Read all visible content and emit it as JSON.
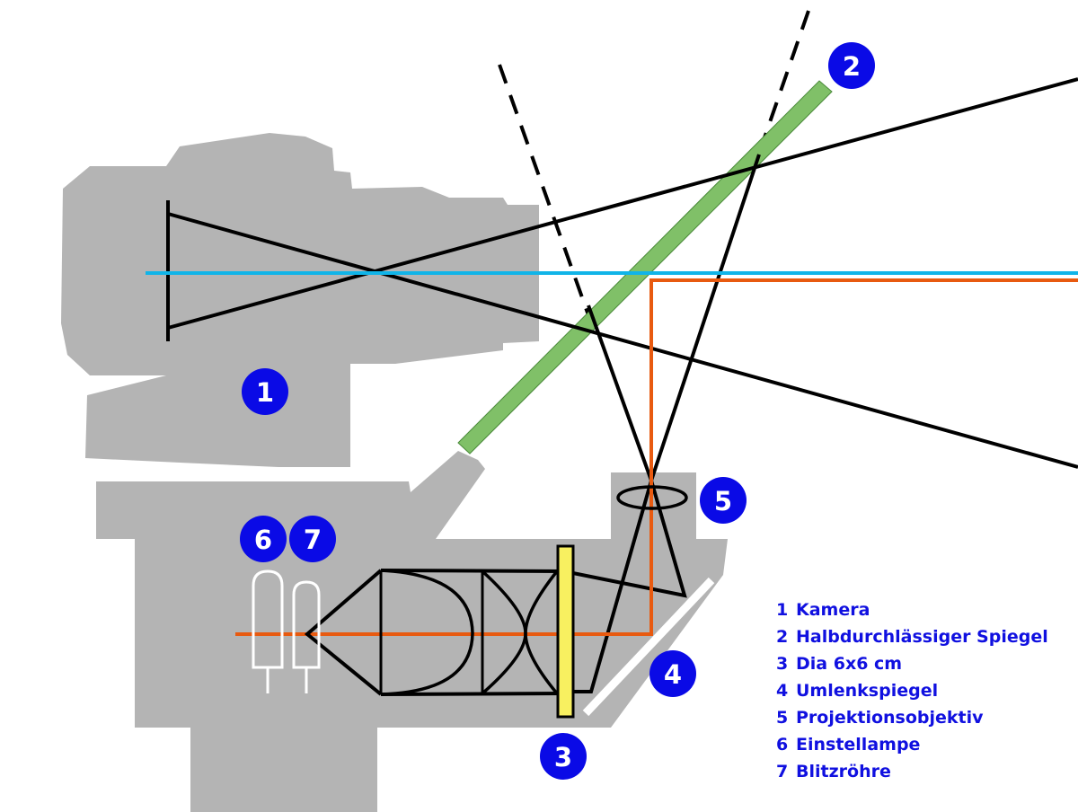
{
  "title": "Schematic of a front projection (Aufprojektion) setup",
  "badges": [
    {
      "id": "1",
      "label": "1"
    },
    {
      "id": "2",
      "label": "2"
    },
    {
      "id": "3",
      "label": "3"
    },
    {
      "id": "4",
      "label": "4"
    },
    {
      "id": "5",
      "label": "5"
    },
    {
      "id": "6",
      "label": "6"
    },
    {
      "id": "7",
      "label": "7"
    }
  ],
  "legend": [
    {
      "num": "1",
      "text": "Kamera"
    },
    {
      "num": "2",
      "text": "Halbdurchlässiger Spiegel"
    },
    {
      "num": "3",
      "text": "Dia 6x6 cm"
    },
    {
      "num": "4",
      "text": "Umlenkspiegel"
    },
    {
      "num": "5",
      "text": "Projektionsobjektiv"
    },
    {
      "num": "6",
      "text": "Einstellampe"
    },
    {
      "num": "7",
      "text": "Blitzröhre"
    }
  ],
  "colors": {
    "housing": "#b4b4b4",
    "optical_axis": "#10b4e8",
    "light_path": "#e85a10",
    "half_mirror": "#80c068",
    "slide": "#f8f060",
    "badge": "#0a0ae6",
    "legend_text": "#1010e0"
  }
}
